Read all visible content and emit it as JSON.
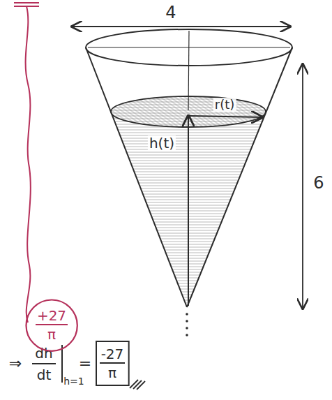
{
  "diagram": {
    "nodes": [
      {
        "text": [
          "+27",
          "π"
        ]
      },
      {
        "text": [
          "-27",
          "π"
        ]
      }
    ],
    "labels": [
      "4",
      "6",
      "r(t)",
      "h(t)",
      "⇒",
      "dh",
      "dt",
      "h=1",
      "="
    ]
  }
}
